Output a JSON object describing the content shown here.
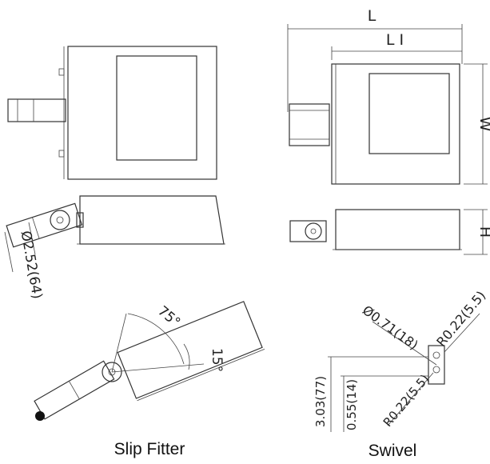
{
  "labels": {
    "L": "L",
    "L1": "L I",
    "W": "W",
    "H": "H",
    "dia_pole": "Ø2.52(64)",
    "angle_75": "75°",
    "angle_15": "15°",
    "dia_hole": "Ø0.71(18)",
    "r_top": "R0.22(5.5)",
    "r_bottom": "R0.22(5.5)",
    "dim_303": "3.03(77)",
    "dim_055": "0.55(14)"
  },
  "captions": {
    "slip_fitter": "Slip Fitter",
    "swivel": "Swivel"
  }
}
